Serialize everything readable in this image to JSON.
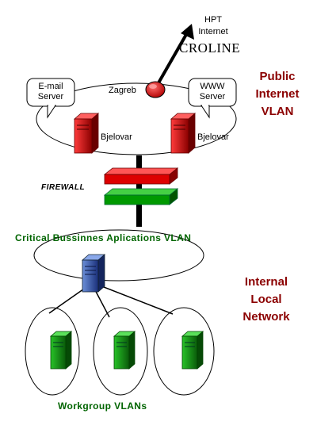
{
  "internet": {
    "line1": "HPT",
    "line2": "Internet",
    "provider": "CROLINE"
  },
  "public_vlan": {
    "title_lines": [
      "Public",
      "Internet",
      "VLAN"
    ],
    "title_color": "#8b0000",
    "router_label": "Zagreb",
    "email_bubble": [
      "E-mail",
      "Server"
    ],
    "www_bubble": [
      "WWW",
      "Server"
    ],
    "server_left_label": "Bjelovar",
    "server_right_label": "Bjelovar"
  },
  "firewall": {
    "label": "FIREWALL",
    "red": "#dd0000",
    "green": "#009900"
  },
  "critical_vlan": {
    "label": "Critical Bussinnes Aplications VLAN",
    "color": "#006400"
  },
  "internal": {
    "title_lines": [
      "Internal",
      "Local",
      "Network"
    ],
    "title_color": "#8b0000"
  },
  "workgroup": {
    "label": "Workgroup VLANs",
    "color": "#006400"
  }
}
